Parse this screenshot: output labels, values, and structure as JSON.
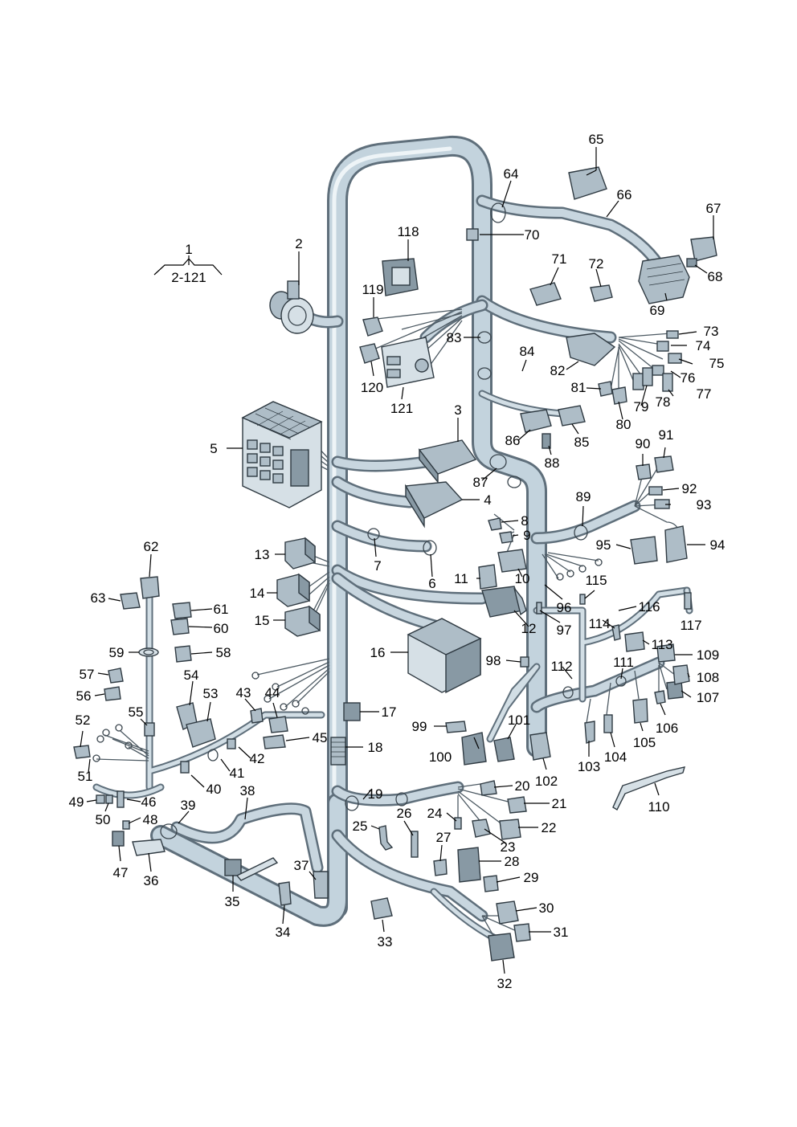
{
  "diagram": {
    "group_label": {
      "top": "1",
      "bottom": "2-121"
    },
    "callouts": [
      "2",
      "3",
      "4",
      "5",
      "6",
      "7",
      "8",
      "9",
      "10",
      "11",
      "12",
      "13",
      "14",
      "15",
      "16",
      "17",
      "18",
      "19",
      "20",
      "21",
      "22",
      "23",
      "24",
      "25",
      "26",
      "27",
      "28",
      "29",
      "30",
      "31",
      "32",
      "33",
      "34",
      "35",
      "36",
      "37",
      "38",
      "39",
      "40",
      "41",
      "42",
      "43",
      "44",
      "45",
      "46",
      "47",
      "48",
      "49",
      "50",
      "51",
      "52",
      "53",
      "54",
      "55",
      "56",
      "57",
      "58",
      "59",
      "60",
      "61",
      "62",
      "63",
      "64",
      "65",
      "66",
      "67",
      "68",
      "69",
      "70",
      "71",
      "72",
      "73",
      "74",
      "75",
      "76",
      "77",
      "78",
      "79",
      "80",
      "81",
      "82",
      "83",
      "84",
      "85",
      "86",
      "87",
      "88",
      "89",
      "90",
      "91",
      "92",
      "93",
      "94",
      "95",
      "96",
      "97",
      "98",
      "99",
      "100",
      "101",
      "102",
      "103",
      "104",
      "105",
      "106",
      "107",
      "108",
      "109",
      "110",
      "111",
      "112",
      "113",
      "114",
      "115",
      "116",
      "117",
      "118",
      "119",
      "120",
      "121"
    ]
  },
  "colors": {
    "harness": "#c3d3dd",
    "harness_outline": "#5f6f7b",
    "parts": "#aebdc7",
    "text": "#000000"
  }
}
